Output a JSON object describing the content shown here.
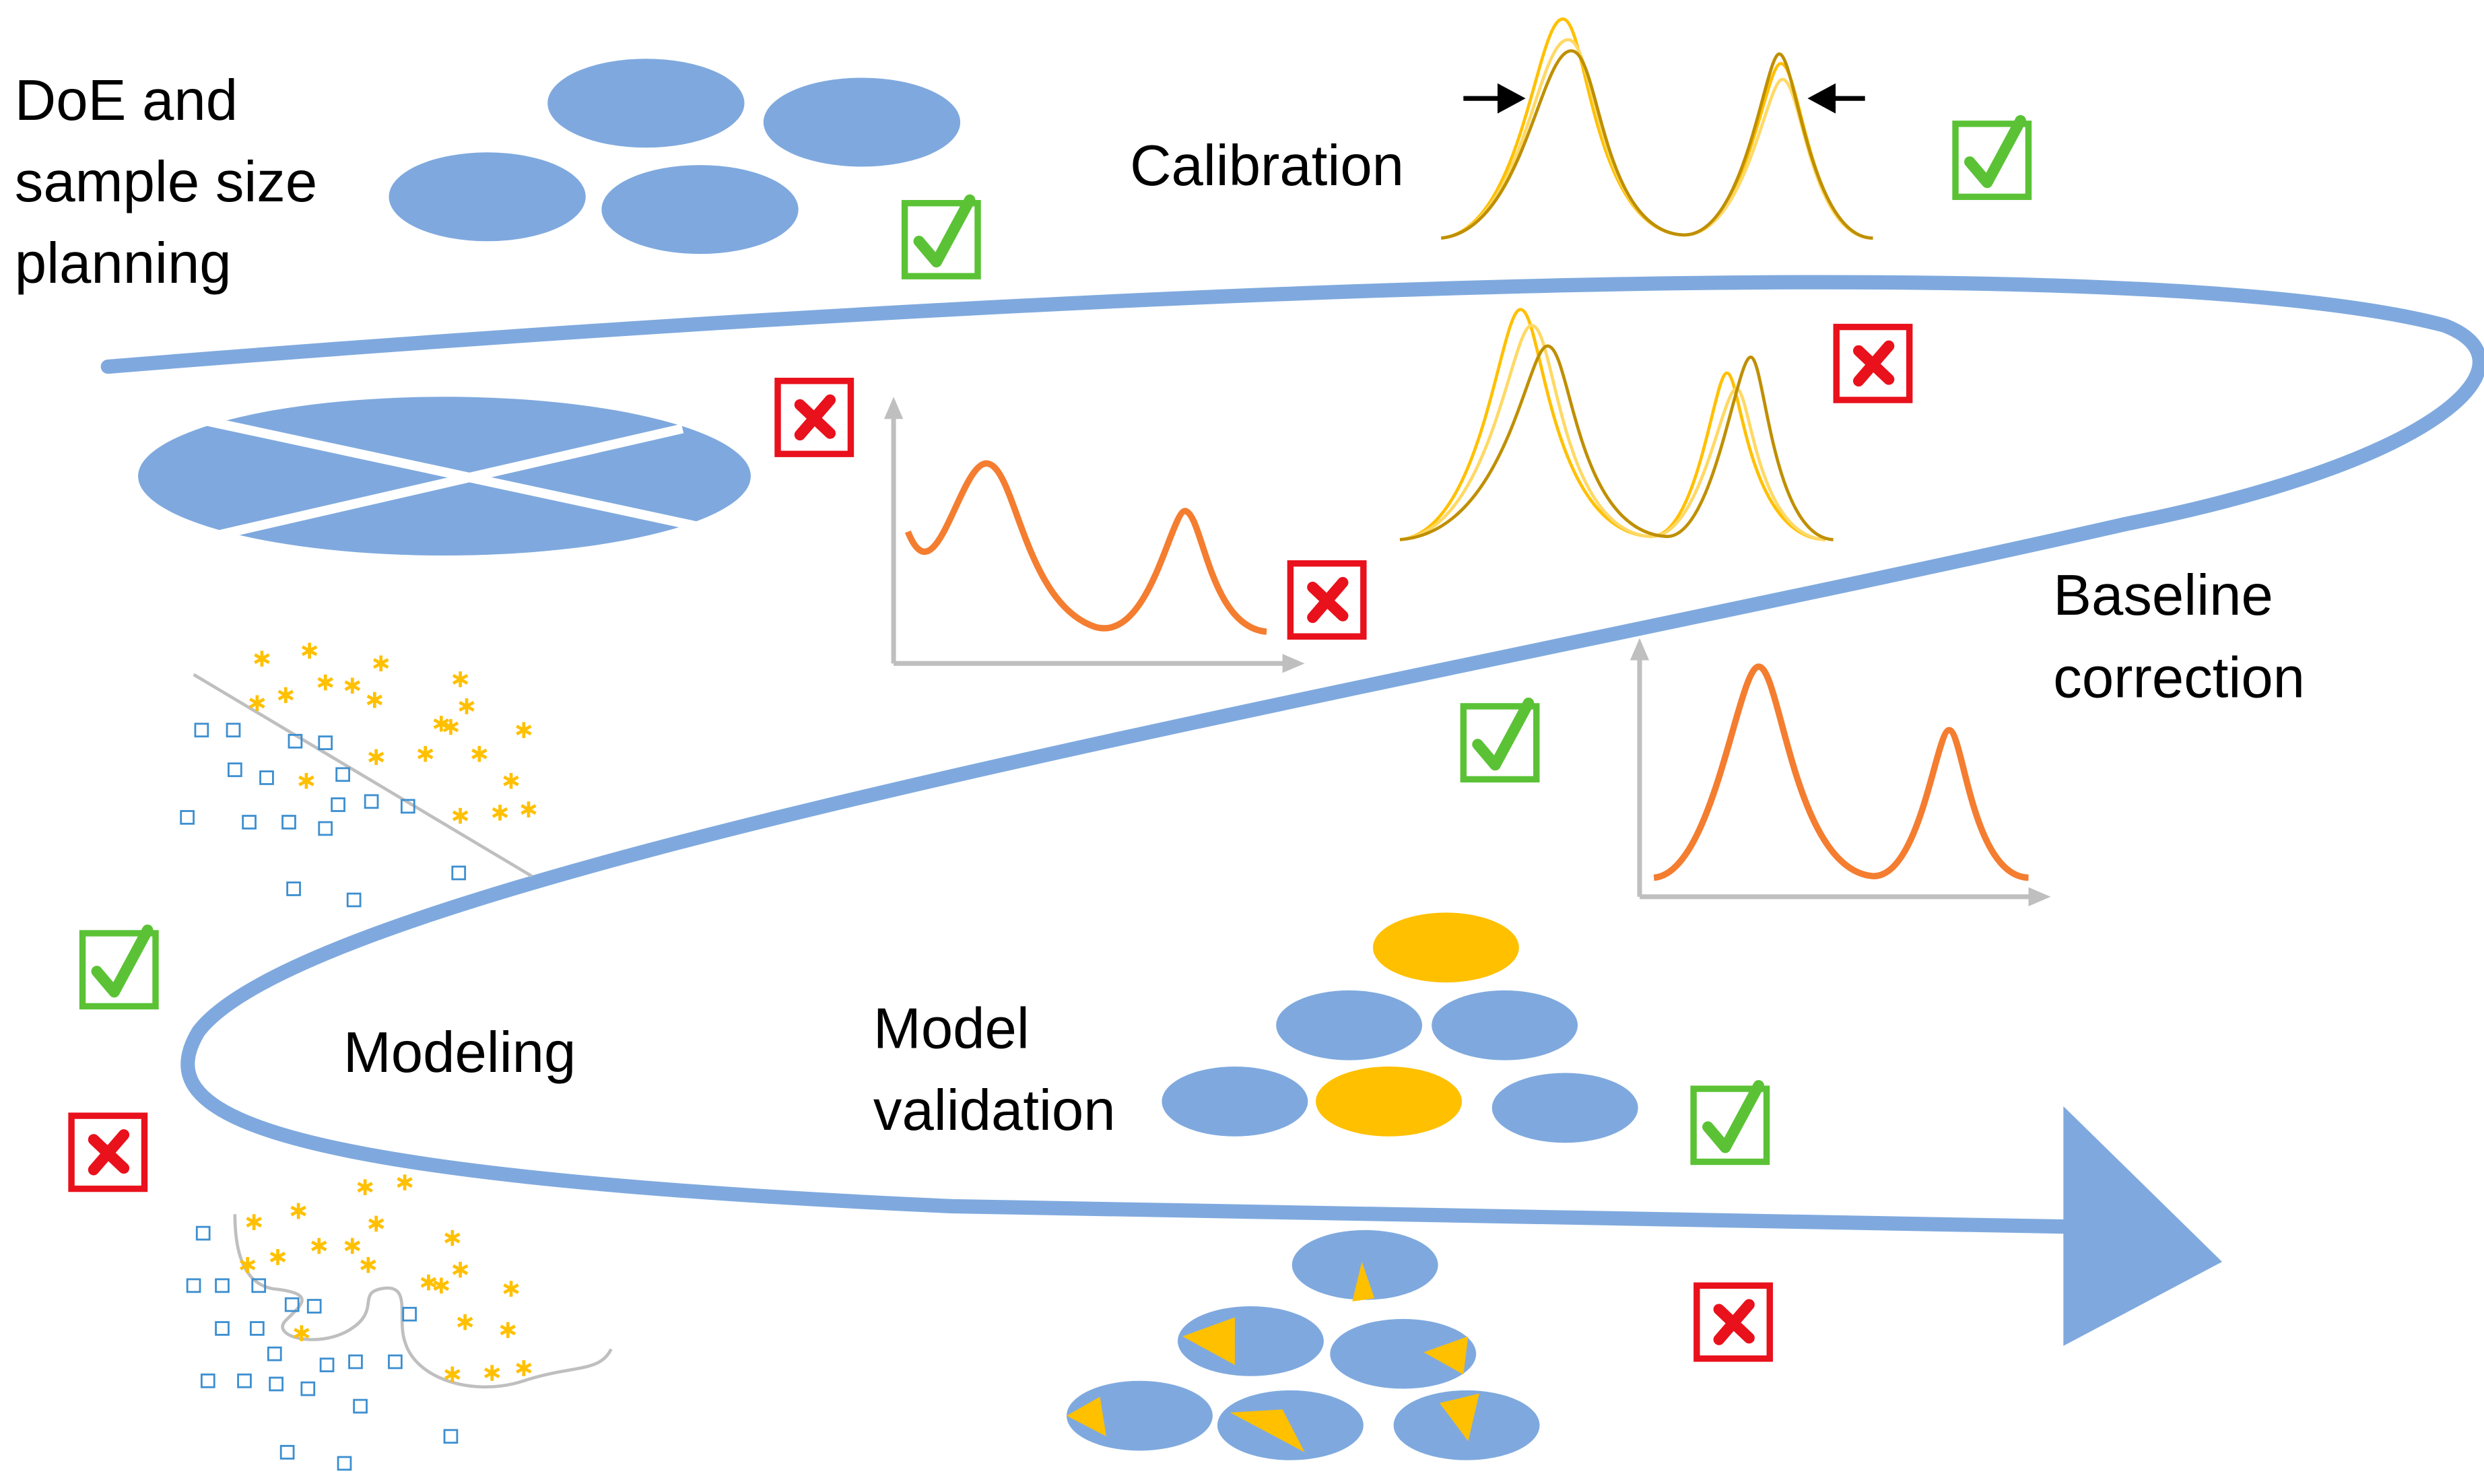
{
  "labels": {
    "doe_line1": "DoE and",
    "doe_line2": "sample size",
    "doe_line3": "planning",
    "calibration": "Calibration",
    "baseline_line1": "Baseline",
    "baseline_line2": "correction",
    "modeling": "Modeling",
    "validation_line1": "Model",
    "validation_line2": "validation"
  },
  "icons": {
    "good": "check-icon",
    "bad": "cross-icon"
  },
  "colors": {
    "path_blue": "#7FA9DE",
    "ellipse_blue": "#7FA9DE",
    "highlight_yellow": "#FFC000",
    "spectrum_orange": "#F47D30",
    "check_green": "#5BC236",
    "cross_red": "#E8111C",
    "axis_gray": "#BFBFBF"
  }
}
